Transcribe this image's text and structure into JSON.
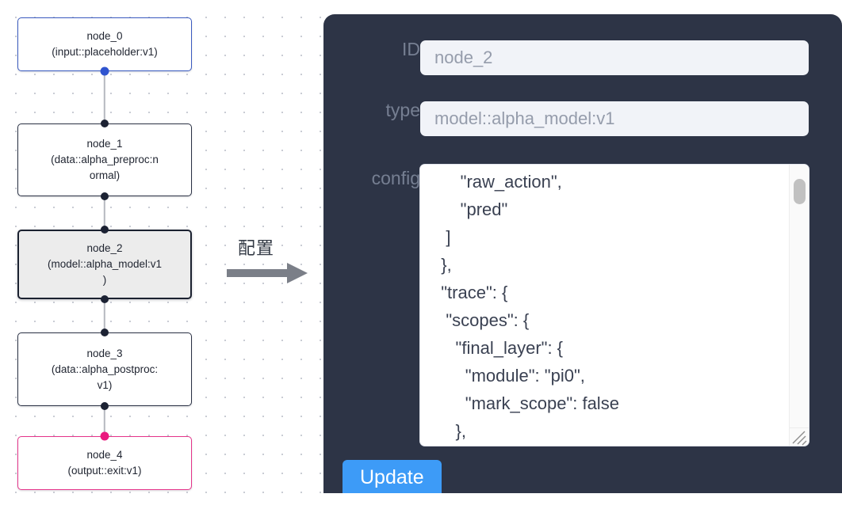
{
  "canvas": {
    "grid": "dotted",
    "nodes": [
      {
        "id": "node_0",
        "title": "node_0",
        "subtitle": "(input::placeholder:v1)",
        "kind": "input",
        "accent": "#3b5bc0",
        "selected": false
      },
      {
        "id": "node_1",
        "title": "node_1",
        "subtitle_line1": "(data::alpha_preproc:n",
        "subtitle_line2": "ormal)",
        "kind": "default",
        "accent": "#2b3245",
        "selected": false
      },
      {
        "id": "node_2",
        "title": "node_2",
        "subtitle_line1": "(model::alpha_model:v1",
        "subtitle_line2": ")",
        "kind": "model",
        "accent": "#1b2130",
        "selected": true
      },
      {
        "id": "node_3",
        "title": "node_3",
        "subtitle_line1": "(data::alpha_postproc:",
        "subtitle_line2": "v1)",
        "kind": "default",
        "accent": "#2b3245",
        "selected": false
      },
      {
        "id": "node_4",
        "title": "node_4",
        "subtitle": "(output::exit:v1)",
        "kind": "output",
        "accent": "#e5348a",
        "selected": false
      }
    ]
  },
  "arrow": {
    "label": "配置",
    "color": "#7b7f88"
  },
  "panel": {
    "background": "#2d3446",
    "fields": [
      {
        "label": "ID",
        "value": "node_2"
      },
      {
        "label": "type",
        "value": "model::alpha_model:v1"
      },
      {
        "label": "config",
        "value": "      \"raw_action\",\n      \"pred\"\n   ]\n  },\n  \"trace\": {\n   \"scopes\": {\n     \"final_layer\": {\n       \"module\": \"pi0\",\n       \"mark_scope\": false\n     },\n     \"action_model\": {"
      }
    ],
    "update_button": {
      "label": "Update",
      "color": "#3d9bf7"
    }
  }
}
